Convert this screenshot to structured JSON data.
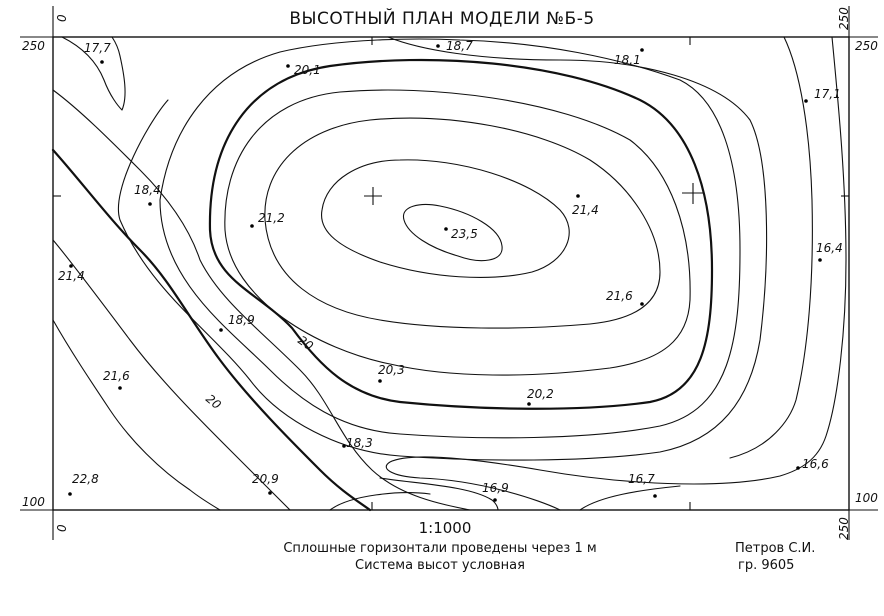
{
  "title": "ВЫСОТНЫЙ ПЛАН МОДЕЛИ №Б-5",
  "corners": {
    "top_left": "0",
    "top_right": "250",
    "left_top": "250",
    "right_top": "250",
    "left_bottom": "100",
    "right_bottom": "100",
    "bottom_left": "0",
    "bottom_right": "250"
  },
  "spot_heights": [
    {
      "label": "17,7"
    },
    {
      "label": "18,7"
    },
    {
      "label": "20,1"
    },
    {
      "label": "18,1"
    },
    {
      "label": "17,1"
    },
    {
      "label": "18,4"
    },
    {
      "label": "21,2"
    },
    {
      "label": "23,5"
    },
    {
      "label": "21,4"
    },
    {
      "label": "16,4"
    },
    {
      "label": "21,4"
    },
    {
      "label": "21,6"
    },
    {
      "label": "18,9"
    },
    {
      "label": "20,3"
    },
    {
      "label": "20,2"
    },
    {
      "label": "21,6"
    },
    {
      "label": "18,3"
    },
    {
      "label": "16,6"
    },
    {
      "label": "22,8"
    },
    {
      "label": "20,9"
    },
    {
      "label": "16,9"
    },
    {
      "label": "16,7"
    }
  ],
  "contour_labels": [
    "20",
    "20"
  ],
  "footer": {
    "scale": "1:1000",
    "note_line1": "Сплошные горизонтали проведены через 1 м",
    "note_line2": "Система высот условная",
    "author": "Петров С.И.",
    "group": "гр. 9605"
  }
}
